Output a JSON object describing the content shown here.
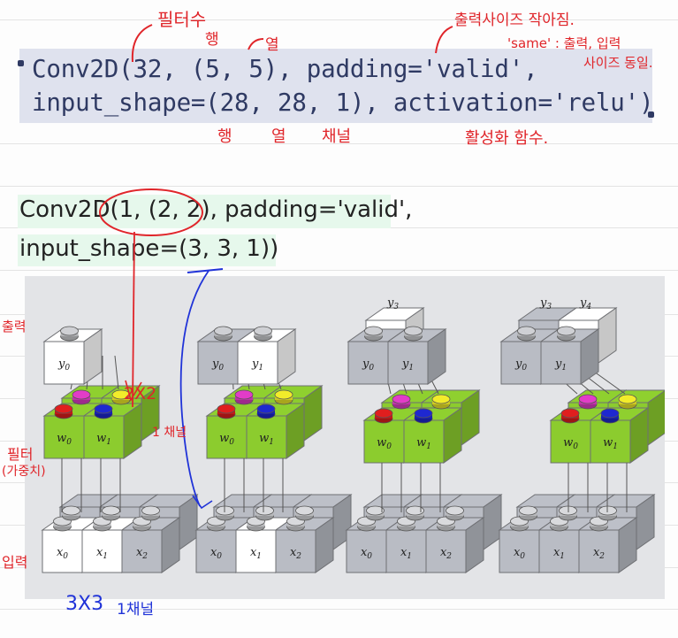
{
  "code": {
    "line1": "Conv2D(32, (5, 5), padding='valid',",
    "line2": "input_shape=(28, 28, 1), activation='relu')"
  },
  "handwritten_code": {
    "line1": "Conv2D(1, (2, 2), padding='valid',",
    "line2": "input_shape=(3, 3, 1))"
  },
  "annotations": {
    "filter_count": "필터수",
    "row_top": "행",
    "col_top": "열",
    "output_smaller": "출력사이즈 작아짐.",
    "same_note": "'same' : 출력, 입력",
    "same_note2": "사이즈 동일.",
    "row_bottom": "행",
    "col_bottom": "열",
    "channel_bottom": "채널",
    "activation_fn": "활성화 함수.",
    "output_label": "출력",
    "size_2x2": "2X2",
    "one_channel": "1 채널",
    "filter_label": "필터",
    "weight_label": "(가중치)",
    "input_label": "입력",
    "size_3x3": "3X3",
    "input_channel": "1채널"
  },
  "diagram": {
    "output_labels": [
      [
        "y0"
      ],
      [
        "y0",
        "y1"
      ],
      [
        "y0",
        "y1",
        "y3"
      ],
      [
        "y0",
        "y1",
        "y3",
        "y4"
      ]
    ],
    "weights": [
      "w0",
      "w1"
    ],
    "inputs": [
      "x0",
      "x1",
      "x2"
    ],
    "colors": {
      "green": "#8ccc2e",
      "gray": "#b9bcc4",
      "white": "#ffffff",
      "magenta": "#e23cc8",
      "yellow": "#f2ec2a",
      "red": "#e01e1e",
      "blue": "#1e28d0"
    }
  }
}
